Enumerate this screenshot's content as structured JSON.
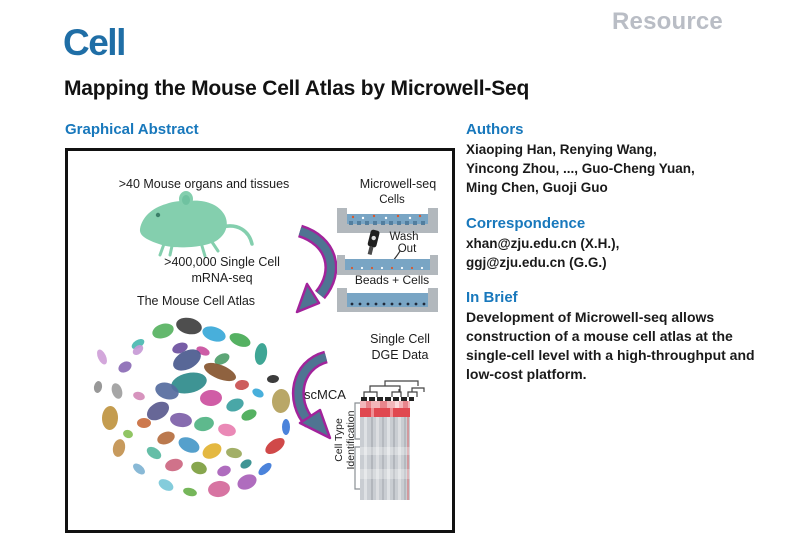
{
  "journal": {
    "logo": "Cell",
    "article_type": "Resource"
  },
  "title": "Mapping the Mouse Cell Atlas by Microwell-Seq",
  "graphical_abstract": {
    "heading": "Graphical Abstract",
    "organs_label": ">40 Mouse organs and tissues",
    "microwell_label": "Microwell-seq",
    "cells_label": "Cells",
    "wash_label_line1": "Wash",
    "wash_label_line2": "Out",
    "beads_label": "Beads + Cells",
    "mrna_label_line1": ">400,000 Single Cell",
    "mrna_label_line2": "mRNA-seq",
    "atlas_label": "The Mouse Cell Atlas",
    "dge_label_line1": "Single Cell",
    "dge_label_line2": "DGE Data",
    "scmca_label": "scMCA",
    "celltype_label_line1": "Cell Type",
    "celltype_label_line2": "Identification"
  },
  "authors": {
    "heading": "Authors",
    "lines": [
      "Xiaoping Han, Renying Wang,",
      "Yincong Zhou, ..., Guo-Cheng Yuan,",
      "Ming Chen, Guoji Guo"
    ]
  },
  "correspondence": {
    "heading": "Correspondence",
    "lines": [
      "xhan@zju.edu.cn (X.H.),",
      "ggj@zju.edu.cn (G.G.)"
    ]
  },
  "in_brief": {
    "heading": "In Brief",
    "text": "Development of Microwell-seq allows construction of a mouse cell atlas at the single-cell level with a high-throughput and low-cost platform."
  },
  "colors": {
    "accent_blue": "#1878bc",
    "logo_blue": "#1f6ea6",
    "resource_gray": "#b9bdc5",
    "mouse_green": "#84cfae",
    "arrow_outline_magenta": "#a2239b",
    "arrow_fill_blue": "#4f7492",
    "tray_gray": "#b2b8bd",
    "liquid_blue": "#79a5c4",
    "heatmap_red": "#e04850",
    "heatmap_pink": "#f3b6ba",
    "heatmap_gray": "#c9cdd2"
  },
  "tsne_clusters": [
    [
      121,
      175,
      13,
      8,
      12,
      "#3f3f3f"
    ],
    [
      95,
      180,
      11,
      7,
      -18,
      "#57b261"
    ],
    [
      70,
      193,
      7,
      4,
      -32,
      "#49b8b0"
    ],
    [
      146,
      183,
      12,
      7,
      18,
      "#38a8d8"
    ],
    [
      172,
      189,
      11,
      6,
      22,
      "#46aa55"
    ],
    [
      193,
      203,
      6,
      11,
      8,
      "#2f9e8c"
    ],
    [
      205,
      228,
      6,
      4,
      -5,
      "#2b2b2b"
    ],
    [
      213,
      250,
      9,
      12,
      4,
      "#b3a05a"
    ],
    [
      218,
      276,
      4,
      8,
      0,
      "#3c78d8"
    ],
    [
      207,
      295,
      11,
      6,
      -35,
      "#cc3a3a"
    ],
    [
      197,
      318,
      8,
      4,
      -42,
      "#3c78d8"
    ],
    [
      179,
      331,
      10,
      7,
      -25,
      "#a85fb8"
    ],
    [
      151,
      338,
      11,
      8,
      -8,
      "#d4689a"
    ],
    [
      122,
      341,
      7,
      4,
      14,
      "#6ab04c"
    ],
    [
      98,
      334,
      8,
      5,
      30,
      "#79c8d8"
    ],
    [
      71,
      318,
      7,
      4,
      40,
      "#7fb3d3"
    ],
    [
      51,
      297,
      6,
      9,
      12,
      "#c2914f"
    ],
    [
      42,
      267,
      8,
      12,
      2,
      "#bf9440"
    ],
    [
      49,
      240,
      5,
      8,
      -18,
      "#9e9e9e"
    ],
    [
      57,
      216,
      7,
      5,
      -30,
      "#8b6bb5"
    ],
    [
      70,
      199,
      6,
      4,
      -42,
      "#c79ad6"
    ],
    [
      34,
      206,
      4,
      8,
      -25,
      "#cf9fd8"
    ],
    [
      30,
      236,
      4,
      6,
      10,
      "#8f8f8f"
    ],
    [
      112,
      197,
      8,
      5,
      -20,
      "#6b4f9e"
    ],
    [
      135,
      200,
      7,
      4,
      24,
      "#c94f9e"
    ],
    [
      154,
      208,
      8,
      5,
      -28,
      "#4f9e6b"
    ],
    [
      119,
      209,
      15,
      9,
      -28,
      "#4a5a8e"
    ],
    [
      152,
      221,
      17,
      7,
      22,
      "#85552f"
    ],
    [
      121,
      232,
      18,
      10,
      -12,
      "#2e8b8b"
    ],
    [
      99,
      240,
      12,
      8,
      18,
      "#556b9e"
    ],
    [
      143,
      247,
      11,
      8,
      -4,
      "#cc4f9e"
    ],
    [
      167,
      254,
      9,
      6,
      -22,
      "#3aa0a0"
    ],
    [
      90,
      260,
      12,
      8,
      -32,
      "#5a5a8e"
    ],
    [
      113,
      269,
      11,
      7,
      8,
      "#7d5fa8"
    ],
    [
      136,
      273,
      10,
      7,
      -12,
      "#50b383"
    ],
    [
      159,
      279,
      9,
      6,
      14,
      "#e87fb0"
    ],
    [
      181,
      264,
      8,
      5,
      -25,
      "#46aa55"
    ],
    [
      76,
      272,
      7,
      5,
      0,
      "#c96e3f"
    ],
    [
      98,
      287,
      9,
      6,
      -20,
      "#b56e3f"
    ],
    [
      121,
      294,
      11,
      7,
      24,
      "#4698c8"
    ],
    [
      144,
      300,
      10,
      7,
      -28,
      "#e2b231"
    ],
    [
      166,
      302,
      8,
      5,
      10,
      "#9aa85a"
    ],
    [
      86,
      302,
      8,
      5,
      34,
      "#58b8a0"
    ],
    [
      106,
      314,
      9,
      6,
      -14,
      "#cc6680"
    ],
    [
      131,
      317,
      8,
      6,
      20,
      "#7d9e3f"
    ],
    [
      156,
      320,
      7,
      5,
      -22,
      "#a85fb8"
    ],
    [
      71,
      245,
      6,
      4,
      16,
      "#d48bb8"
    ],
    [
      174,
      234,
      7,
      5,
      -8,
      "#c94f4f"
    ],
    [
      190,
      242,
      6,
      4,
      28,
      "#38a8d8"
    ],
    [
      178,
      313,
      6,
      4,
      -30,
      "#2e8b8b"
    ],
    [
      60,
      283,
      5,
      4,
      20,
      "#88c057"
    ]
  ]
}
